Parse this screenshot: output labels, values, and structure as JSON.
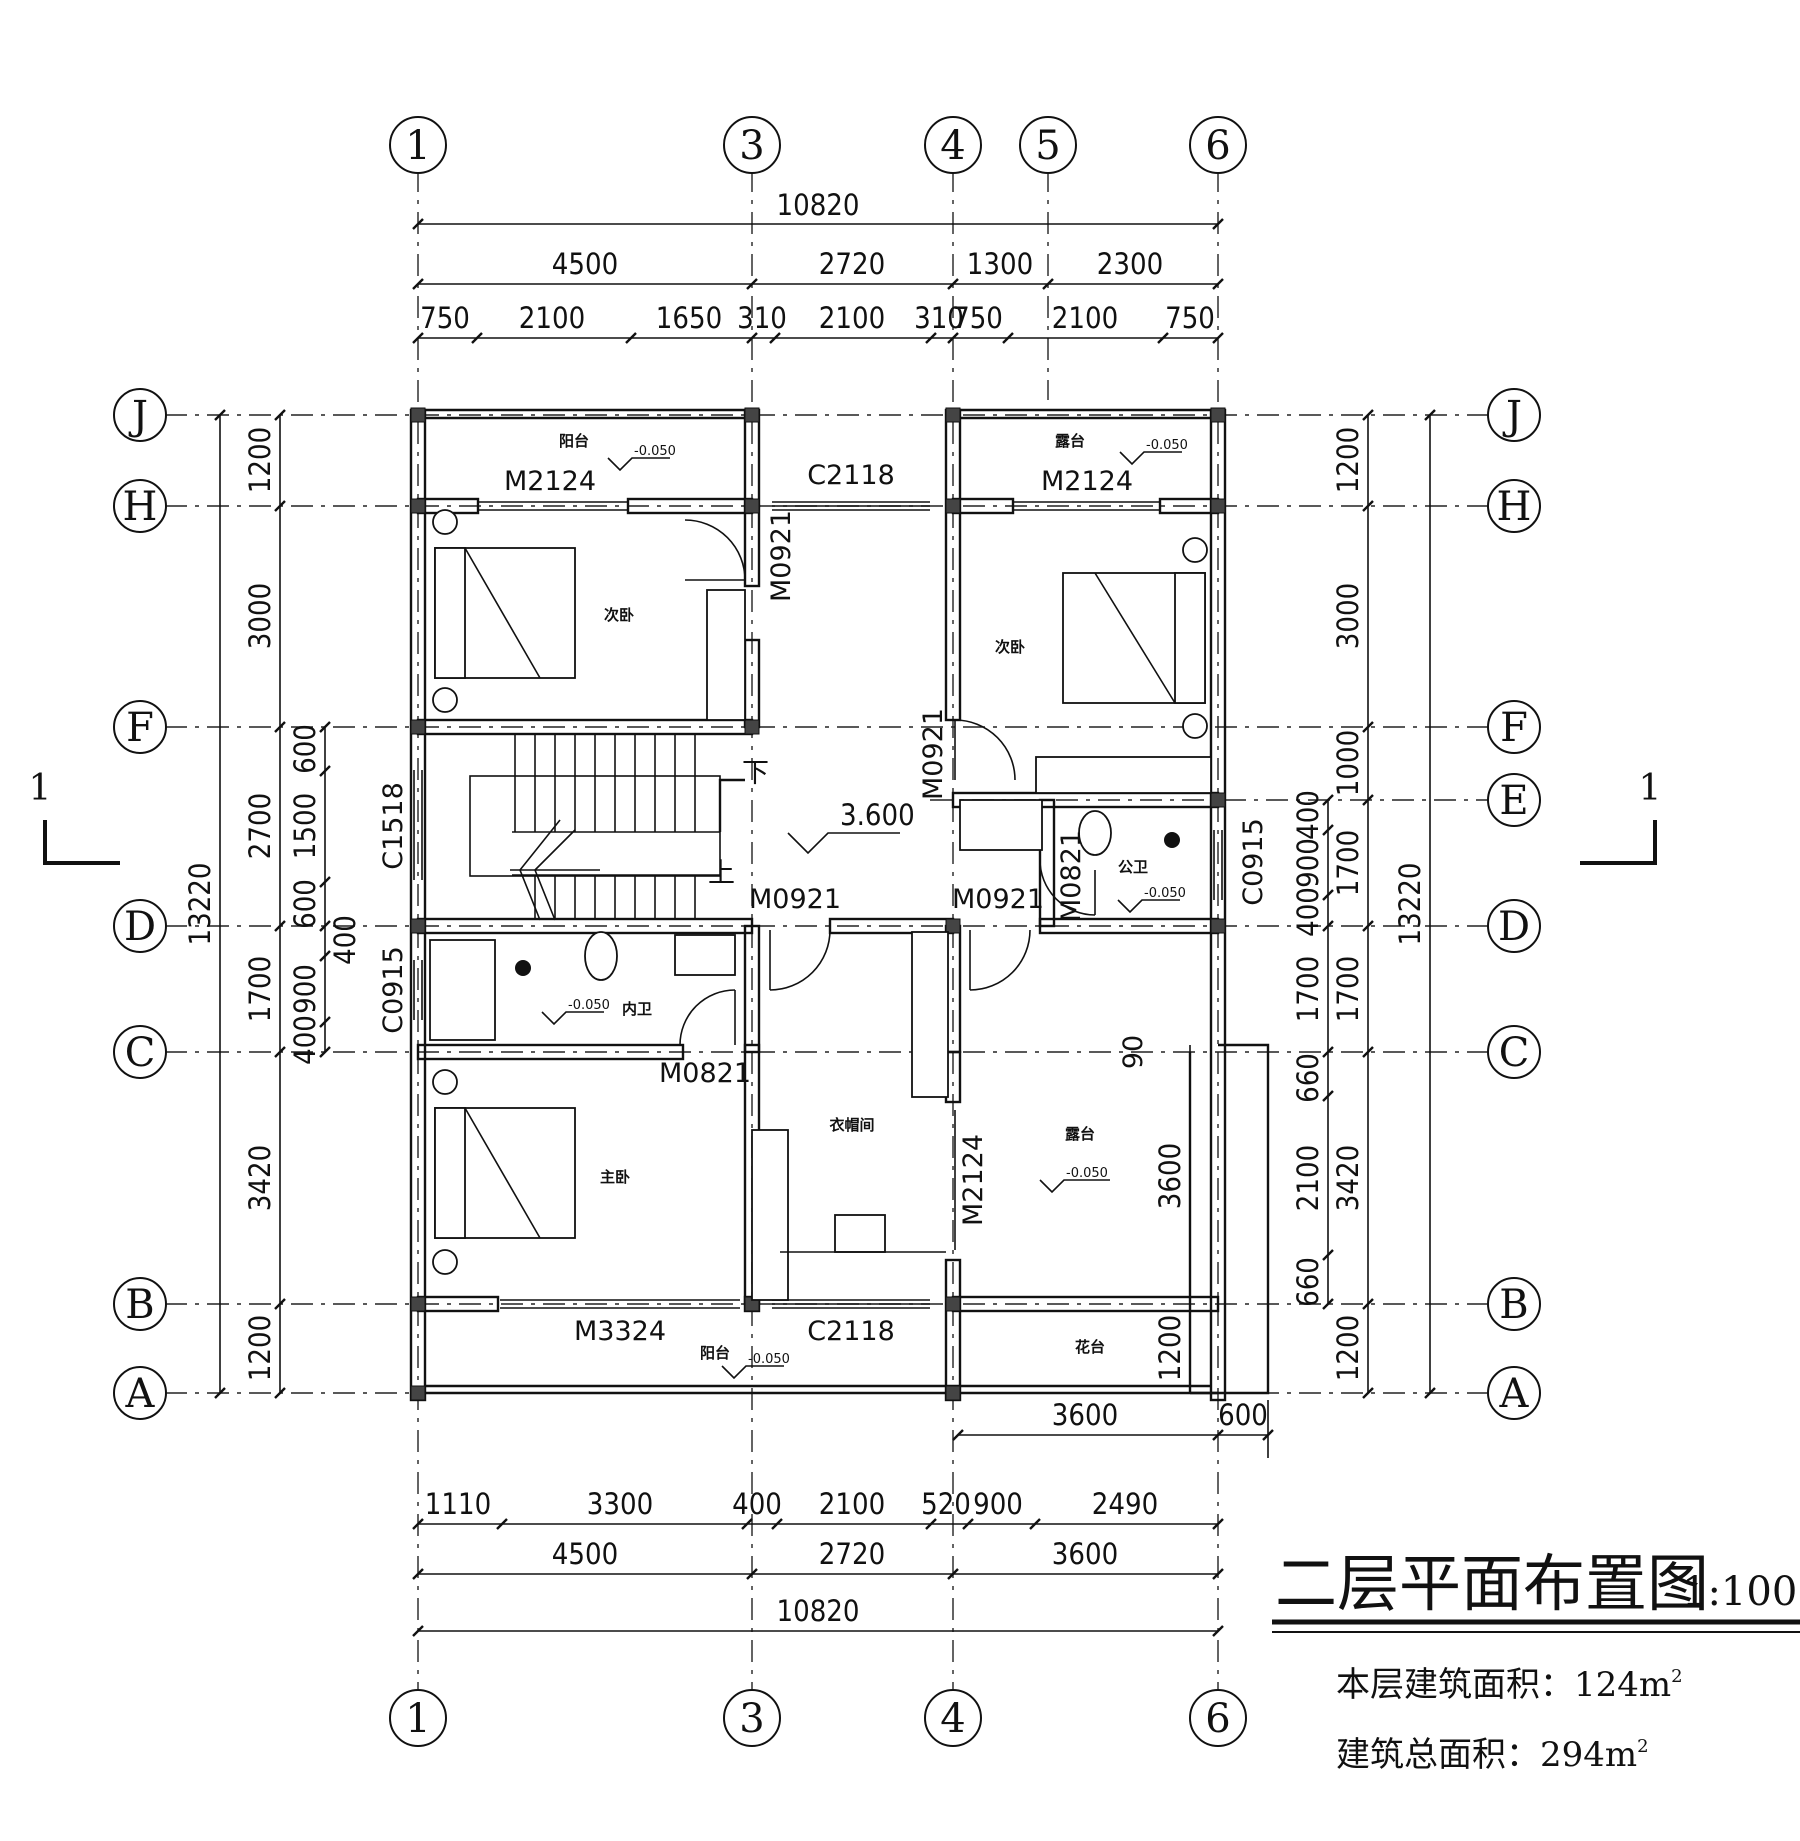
{
  "drawing": {
    "title": "二层平面布置图",
    "scale": "1:100",
    "floor_area_label": "本层建筑面积：124m",
    "total_area_label": "建筑总面积：294m",
    "area_superscript": "2"
  },
  "axes": {
    "columns": [
      "1",
      "3",
      "4",
      "5",
      "6"
    ],
    "bottom_columns": [
      "1",
      "3",
      "4",
      "6"
    ],
    "rows": [
      "J",
      "H",
      "F",
      "E",
      "D",
      "C",
      "B",
      "A"
    ],
    "rows_left": [
      "J",
      "H",
      "F",
      "D",
      "C",
      "B",
      "A"
    ]
  },
  "section_mark": "1",
  "dims": {
    "top_total": "10820",
    "top_mid": [
      "4500",
      "2720",
      "1300",
      "2300"
    ],
    "top_detail": [
      "750",
      "2100",
      "1650",
      "310",
      "2100",
      "310",
      "750",
      "2100",
      "750"
    ],
    "bottom_detail": [
      "1110",
      "3300",
      "400",
      "2100",
      "520",
      "900",
      "2490"
    ],
    "bottom_mid": [
      "4500",
      "2720",
      "3600"
    ],
    "bottom_total": "10820",
    "terrace_dims": [
      "3600",
      "600"
    ],
    "left_total": "13220",
    "left_mid": [
      "1200",
      "3000",
      "2700",
      "1700",
      "3420",
      "1200"
    ],
    "left_detail": [
      "600",
      "1500",
      "600",
      "400",
      "900",
      "400"
    ],
    "right_total": "13220",
    "right_mid": [
      "1200",
      "3000",
      "1000",
      "1700",
      "1700",
      "3420",
      "1200"
    ],
    "right_detail": [
      "400",
      "900",
      "400",
      "1700",
      "660",
      "2100",
      "660"
    ],
    "inner": [
      "3600",
      "1200",
      "90"
    ]
  },
  "openings": [
    "M2124",
    "C2118",
    "M2124",
    "M0921",
    "M0921",
    "C1518",
    "M0921",
    "M0921",
    "M0821",
    "C0915",
    "M0821",
    "C0915",
    "M2124",
    "M3324",
    "C2118"
  ],
  "rooms": [
    "阳台",
    "露台",
    "次卧",
    "次卧",
    "公卫",
    "内卫",
    "衣帽间",
    "主卧",
    "露台",
    "阳台",
    "花台"
  ],
  "levels": [
    "-0.050",
    "-0.050",
    "-0.050",
    "-0.050",
    "-0.050",
    "-0.050"
  ],
  "floor_level": "3.600",
  "stairs": {
    "down": "下",
    "up": "上"
  }
}
